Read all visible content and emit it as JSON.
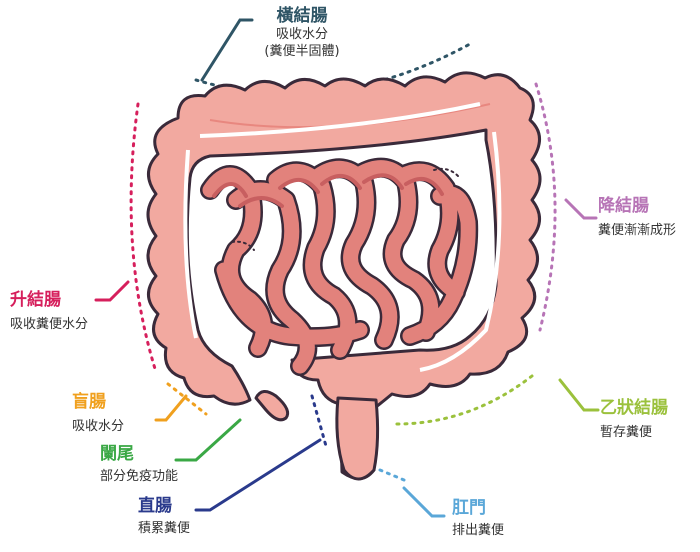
{
  "labels": {
    "transverse": {
      "title": "橫結腸",
      "desc": "吸收水分",
      "desc2": "(糞便半固體)",
      "color": "#2f5566"
    },
    "descending": {
      "title": "降結腸",
      "desc": "糞便漸漸成形",
      "color": "#b774b6"
    },
    "ascending": {
      "title": "升結腸",
      "desc": "吸收糞便水分",
      "color": "#d61f5c"
    },
    "cecum": {
      "title": "盲腸",
      "desc": "吸收水分",
      "color": "#f0a01e"
    },
    "appendix": {
      "title": "闌尾",
      "desc": "部分免疫功能",
      "color": "#3aa845"
    },
    "sigmoid": {
      "title": "乙狀結腸",
      "desc": "暫存糞便",
      "color": "#9bc13c"
    },
    "rectum": {
      "title": "直腸",
      "desc": "積累糞便",
      "color": "#2a3a8c"
    },
    "anus": {
      "title": "肛門",
      "desc": "排出糞便",
      "color": "#5aa7d8"
    }
  },
  "colors": {
    "colon_fill": "#f2a9a0",
    "colon_shade": "#e8877f",
    "small_intestine_fill": "#e2827c",
    "small_intestine_shade": "#c85f60",
    "outline": "#3a2a3a"
  }
}
